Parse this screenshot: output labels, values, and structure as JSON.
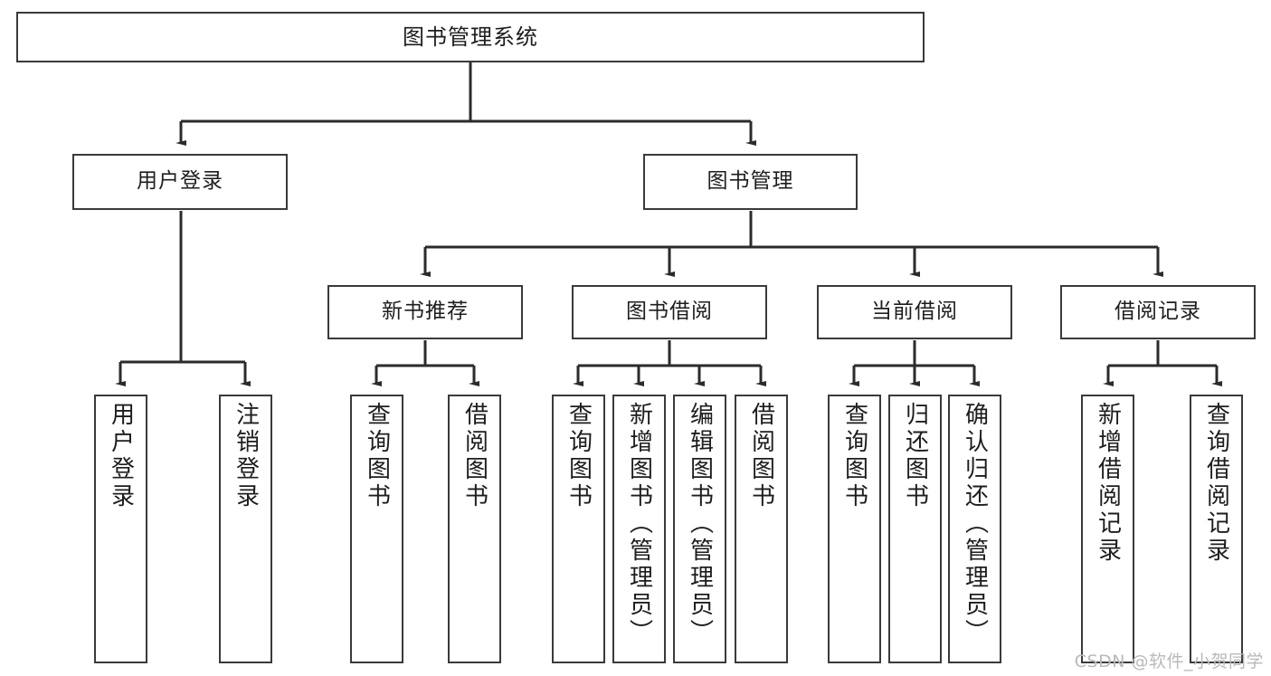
{
  "diagram": {
    "title": "图书管理系统",
    "type": "tree-hierarchy-chart",
    "watermark": "CSDN @软件_小贺同学",
    "colors": {
      "box_border": "#3a3a3a",
      "box_fill": "#ffffff",
      "edge": "#2b2b2b",
      "text": "#1d1d1d",
      "watermark": "#b9b9b9",
      "background": "#ffffff"
    },
    "nodes": {
      "root": {
        "label": "图书管理系统"
      },
      "level2": [
        {
          "id": "user-login",
          "label": "用户登录"
        },
        {
          "id": "book-manage",
          "label": "图书管理"
        }
      ],
      "level3": [
        {
          "id": "new-book-recommend",
          "label": "新书推荐"
        },
        {
          "id": "book-borrow",
          "label": "图书借阅"
        },
        {
          "id": "current-borrow",
          "label": "当前借阅"
        },
        {
          "id": "borrow-record",
          "label": "借阅记录"
        }
      ],
      "leaves": {
        "user_login": [
          {
            "id": "leaf-user-login",
            "label": "用户登录"
          },
          {
            "id": "leaf-logout-login",
            "label": "注销登录"
          }
        ],
        "new_book_recommend": [
          {
            "id": "leaf-query-book-1",
            "label": "查询图书"
          },
          {
            "id": "leaf-borrow-book-1",
            "label": "借阅图书"
          }
        ],
        "book_borrow": [
          {
            "id": "leaf-query-book-2",
            "label": "查询图书"
          },
          {
            "id": "leaf-add-book-admin",
            "label": "新增图书（管理员）"
          },
          {
            "id": "leaf-edit-book-admin",
            "label": "编辑图书（管理员）"
          },
          {
            "id": "leaf-borrow-book-2",
            "label": "借阅图书"
          }
        ],
        "current_borrow": [
          {
            "id": "leaf-query-book-3",
            "label": "查询图书"
          },
          {
            "id": "leaf-return-book",
            "label": "归还图书"
          },
          {
            "id": "leaf-confirm-return-admin",
            "label": "确认归还（管理员）"
          }
        ],
        "borrow_record": [
          {
            "id": "leaf-add-borrow-record",
            "label": "新增借阅记录"
          },
          {
            "id": "leaf-query-borrow-record",
            "label": "查询借阅记录"
          }
        ]
      }
    }
  }
}
